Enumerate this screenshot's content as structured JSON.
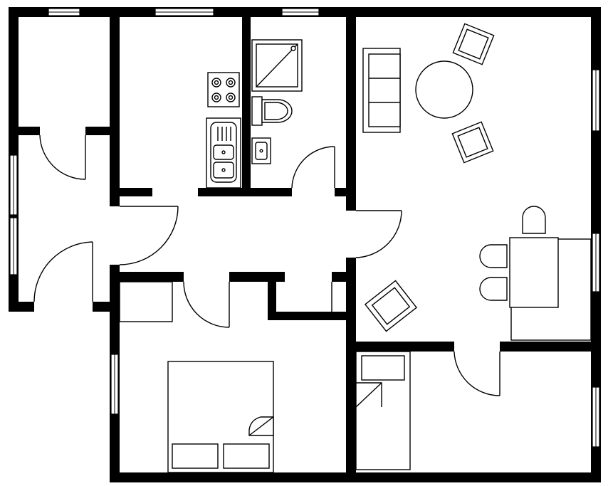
{
  "colors": {
    "wall": "#000000",
    "background": "#ffffff",
    "line": "#000000",
    "window_glass": "#ffffff",
    "furniture_fill": "#ffffff"
  },
  "rooms": [
    "closet",
    "kitchen",
    "bathroom",
    "entrance-hall",
    "corridor",
    "living-dining-room",
    "bedroom",
    "small-bedroom"
  ],
  "fixtures": [
    "cooktop-icon",
    "kitchen-sink-icon",
    "shower-tray-icon",
    "toilet-icon",
    "washbasin-icon",
    "sofa-icon",
    "round-table-icon",
    "armchair-icon",
    "dining-table-icon",
    "dining-chair-icon",
    "double-bed-icon",
    "single-bed-icon",
    "wardrobe-icon"
  ]
}
